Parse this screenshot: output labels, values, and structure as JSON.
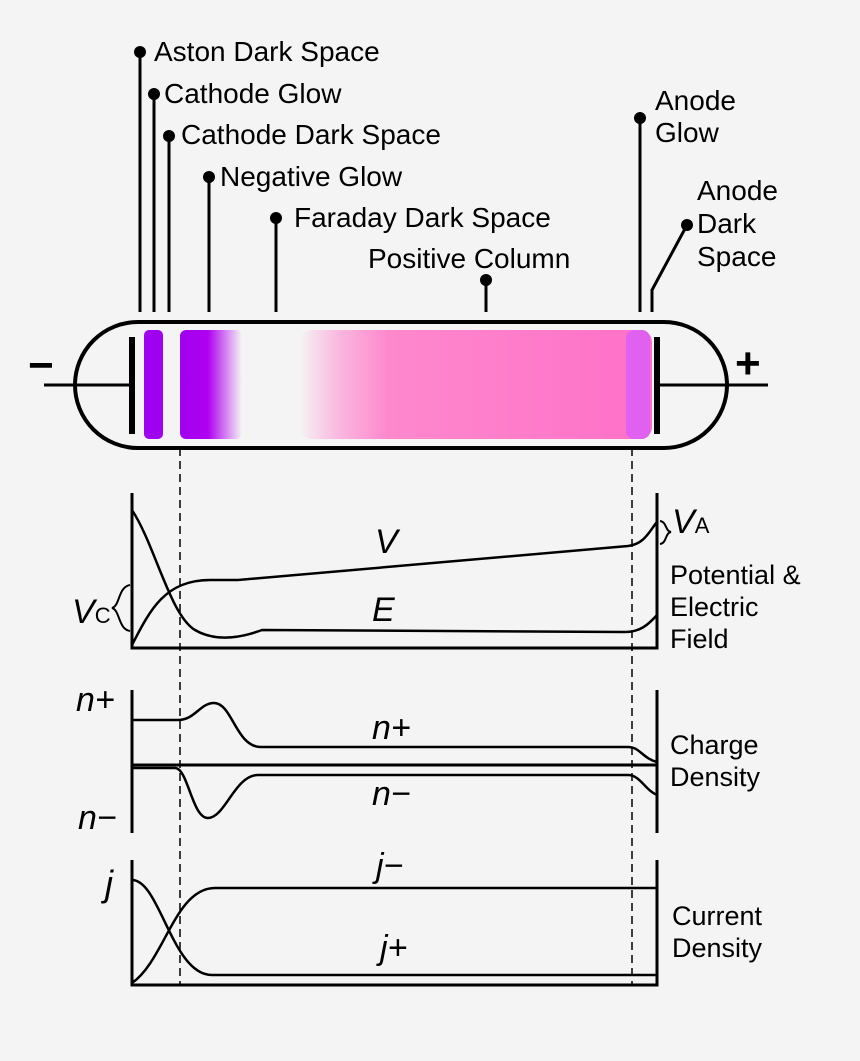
{
  "tube_labels": {
    "aston_dark_space": "Aston Dark Space",
    "cathode_glow": "Cathode Glow",
    "cathode_dark_space": "Cathode Dark Space",
    "negative_glow": "Negative Glow",
    "faraday_dark_space": "Faraday Dark Space",
    "positive_column": "Positive Column",
    "anode_glow_1": "Anode",
    "anode_glow_2": "Glow",
    "anode_dark_space_1": "Anode",
    "anode_dark_space_2": "Dark",
    "anode_dark_space_3": "Space"
  },
  "electrodes": {
    "cathode_symbol": "−",
    "anode_symbol": "+"
  },
  "potential_panel": {
    "v_label": "V",
    "e_label": "E",
    "va_main": "V",
    "va_sub": "A",
    "vc_main": "V",
    "vc_sub": "C",
    "caption_1": "Potential &",
    "caption_2": "Electric",
    "caption_3": "Field"
  },
  "charge_panel": {
    "n_plus_axis": "n+",
    "n_minus_axis": "n−",
    "n_plus_curve": "n+",
    "n_minus_curve": "n−",
    "caption_1": "Charge",
    "caption_2": "Density"
  },
  "current_panel": {
    "j_axis": "j",
    "j_minus_curve": "j−",
    "j_plus_curve": "j+",
    "caption_1": "Current",
    "caption_2": "Density"
  },
  "colors": {
    "cathode_glow": "#a000f0",
    "negative_glow": "#a000f0",
    "positive_column": "#ff70c8",
    "anode_glow": "#e060f0"
  }
}
